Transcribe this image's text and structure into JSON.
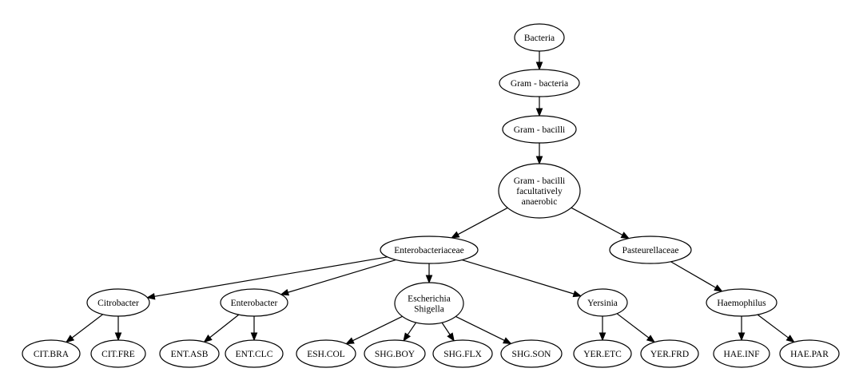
{
  "diagram": {
    "type": "taxonomy-tree",
    "nodes": [
      {
        "id": "bacteria",
        "lines": [
          "Bacteria"
        ]
      },
      {
        "id": "gram_bacteria",
        "lines": [
          "Gram - bacteria"
        ]
      },
      {
        "id": "gram_bacilli",
        "lines": [
          "Gram - bacilli"
        ]
      },
      {
        "id": "gram_bacilli_fa",
        "lines": [
          "Gram - bacilli",
          "facultatively",
          "anaerobic"
        ]
      },
      {
        "id": "enterobacteriaceae",
        "lines": [
          "Enterobacteriaceae"
        ]
      },
      {
        "id": "pasteurellaceae",
        "lines": [
          "Pasteurellaceae"
        ]
      },
      {
        "id": "citrobacter",
        "lines": [
          "Citrobacter"
        ]
      },
      {
        "id": "enterobacter",
        "lines": [
          "Enterobacter"
        ]
      },
      {
        "id": "escherichia_shigella",
        "lines": [
          "Escherichia",
          "Shigella"
        ]
      },
      {
        "id": "yersinia",
        "lines": [
          "Yersinia"
        ]
      },
      {
        "id": "haemophilus",
        "lines": [
          "Haemophilus"
        ]
      },
      {
        "id": "cit_bra",
        "lines": [
          "CIT.BRA"
        ]
      },
      {
        "id": "cit_fre",
        "lines": [
          "CIT.FRE"
        ]
      },
      {
        "id": "ent_asb",
        "lines": [
          "ENT.ASB"
        ]
      },
      {
        "id": "ent_clc",
        "lines": [
          "ENT.CLC"
        ]
      },
      {
        "id": "esh_col",
        "lines": [
          "ESH.COL"
        ]
      },
      {
        "id": "shg_boy",
        "lines": [
          "SHG.BOY"
        ]
      },
      {
        "id": "shg_flx",
        "lines": [
          "SHG.FLX"
        ]
      },
      {
        "id": "shg_son",
        "lines": [
          "SHG.SON"
        ]
      },
      {
        "id": "yer_etc",
        "lines": [
          "YER.ETC"
        ]
      },
      {
        "id": "yer_frd",
        "lines": [
          "YER.FRD"
        ]
      },
      {
        "id": "hae_inf",
        "lines": [
          "HAE.INF"
        ]
      },
      {
        "id": "hae_par",
        "lines": [
          "HAE.PAR"
        ]
      }
    ],
    "edges": [
      {
        "from": "bacteria",
        "to": "gram_bacteria"
      },
      {
        "from": "gram_bacteria",
        "to": "gram_bacilli"
      },
      {
        "from": "gram_bacilli",
        "to": "gram_bacilli_fa"
      },
      {
        "from": "gram_bacilli_fa",
        "to": "enterobacteriaceae"
      },
      {
        "from": "gram_bacilli_fa",
        "to": "pasteurellaceae"
      },
      {
        "from": "enterobacteriaceae",
        "to": "citrobacter"
      },
      {
        "from": "enterobacteriaceae",
        "to": "enterobacter"
      },
      {
        "from": "enterobacteriaceae",
        "to": "escherichia_shigella"
      },
      {
        "from": "enterobacteriaceae",
        "to": "yersinia"
      },
      {
        "from": "pasteurellaceae",
        "to": "haemophilus"
      },
      {
        "from": "citrobacter",
        "to": "cit_bra"
      },
      {
        "from": "citrobacter",
        "to": "cit_fre"
      },
      {
        "from": "enterobacter",
        "to": "ent_asb"
      },
      {
        "from": "enterobacter",
        "to": "ent_clc"
      },
      {
        "from": "escherichia_shigella",
        "to": "esh_col"
      },
      {
        "from": "escherichia_shigella",
        "to": "shg_boy"
      },
      {
        "from": "escherichia_shigella",
        "to": "shg_flx"
      },
      {
        "from": "escherichia_shigella",
        "to": "shg_son"
      },
      {
        "from": "yersinia",
        "to": "yer_etc"
      },
      {
        "from": "yersinia",
        "to": "yer_frd"
      },
      {
        "from": "haemophilus",
        "to": "hae_inf"
      },
      {
        "from": "haemophilus",
        "to": "hae_par"
      }
    ],
    "colors": {
      "stroke": "#000000",
      "fill": "#ffffff",
      "text": "#000000"
    }
  }
}
